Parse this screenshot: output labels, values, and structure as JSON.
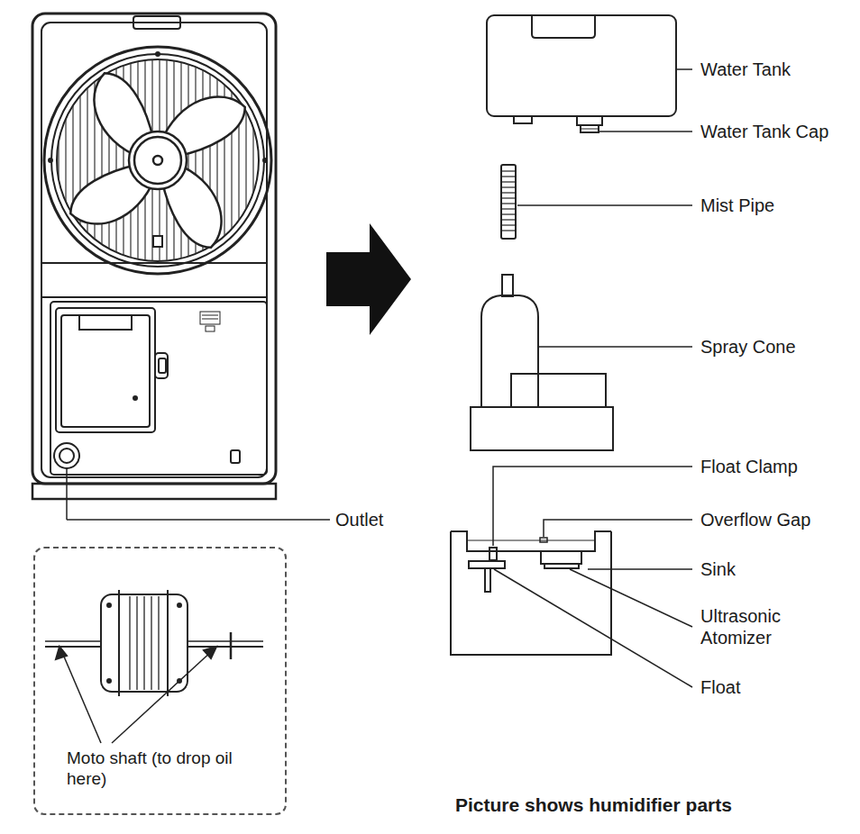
{
  "diagram": {
    "caption": "Picture shows humidifier parts",
    "nodes": [
      {
        "text": [
          "Moto shaft (to drop oil here)"
        ]
      }
    ],
    "labels": [
      "Water Tank",
      "Water Tank Cap",
      "Mist Pipe",
      "Spray Cone",
      "Float Clamp",
      "Overflow Gap",
      "Sink",
      "Ultrasonic Atomizer",
      "Float",
      "Outlet"
    ]
  }
}
